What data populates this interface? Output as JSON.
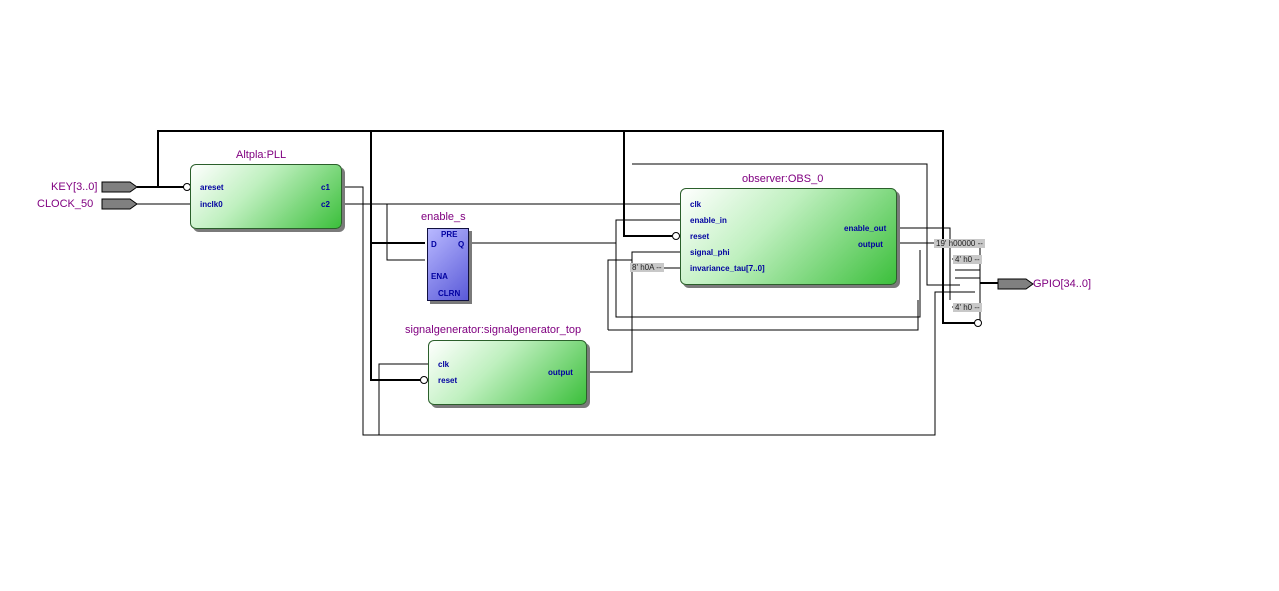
{
  "inputs": [
    {
      "label": "KEY[3..0]"
    },
    {
      "label": "CLOCK_50"
    }
  ],
  "output": {
    "label": "GPIO[34..0]"
  },
  "pll": {
    "title": "Altpla:PLL",
    "ports_in": [
      "areset",
      "inclk0"
    ],
    "ports_out": [
      "c1",
      "c2"
    ]
  },
  "dff": {
    "title": "enable_s",
    "pre": "PRE",
    "d": "D",
    "q": "Q",
    "ena": "ENA",
    "clrn": "CLRN"
  },
  "observer": {
    "title": "observer:OBS_0",
    "ports_in": [
      "clk",
      "enable_in",
      "reset",
      "signal_phi",
      "invariance_tau[7..0]"
    ],
    "ports_out": [
      "enable_out",
      "output"
    ]
  },
  "siggen": {
    "title": "signalgenerator:signalgenerator_top",
    "ports_in": [
      "clk",
      "reset"
    ],
    "ports_out": [
      "output"
    ]
  },
  "constants": {
    "tau": "8' h0A --",
    "out19": "19' h00000 --",
    "c4a": "4' h0 --",
    "c4b": "4' h0 --"
  },
  "colors": {
    "block_green": "#3bbf3b",
    "dff_blue": "#5a5ad8",
    "label_purple": "#800080",
    "port_blue": "#0000a0"
  }
}
